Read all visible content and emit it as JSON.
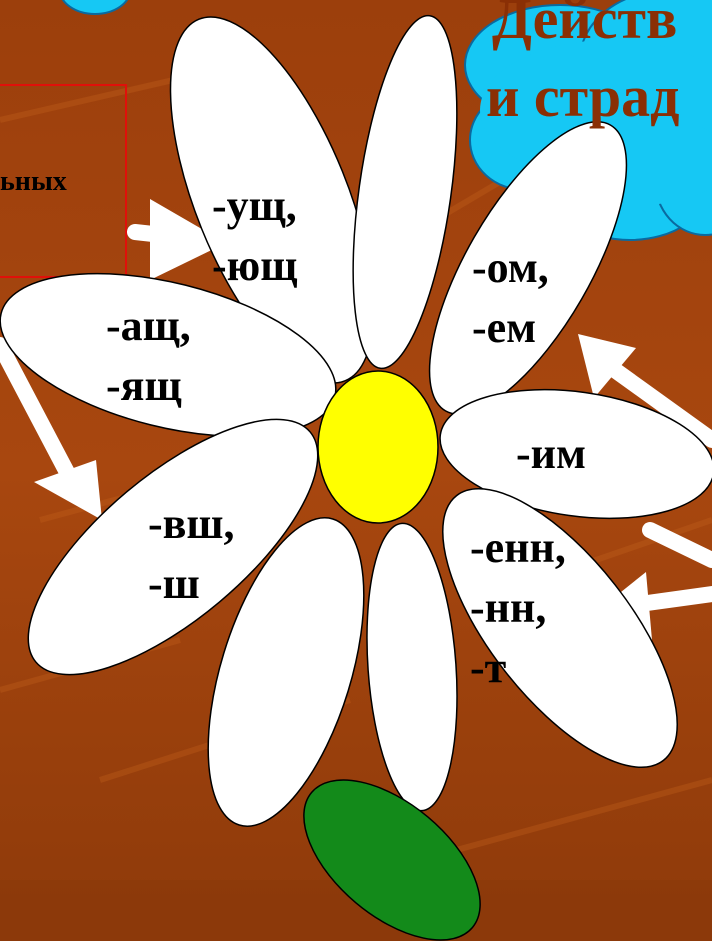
{
  "slide": {
    "title_line1": "Действ",
    "title_line2": "и страд",
    "box_text": "ьных"
  },
  "petals": {
    "top_left": [
      "-ущ,",
      "-ющ"
    ],
    "left": [
      "-ащ,",
      "-ящ"
    ],
    "top_right": [
      "-ом,",
      "-ем"
    ],
    "right": [
      "-им"
    ],
    "bottom_left": [
      "-вш,",
      "-ш"
    ],
    "bottom_right": [
      "-енн,",
      "-нн,",
      "-т"
    ]
  },
  "colors": {
    "background": "#a8460f",
    "petal": "#ffffff",
    "center": "#ffff00",
    "leaf": "#138a1a",
    "cloud": "#16c8f4",
    "box_border": "#e0100a",
    "title_text": "#8a2f05",
    "arrow": "#ffffff"
  }
}
